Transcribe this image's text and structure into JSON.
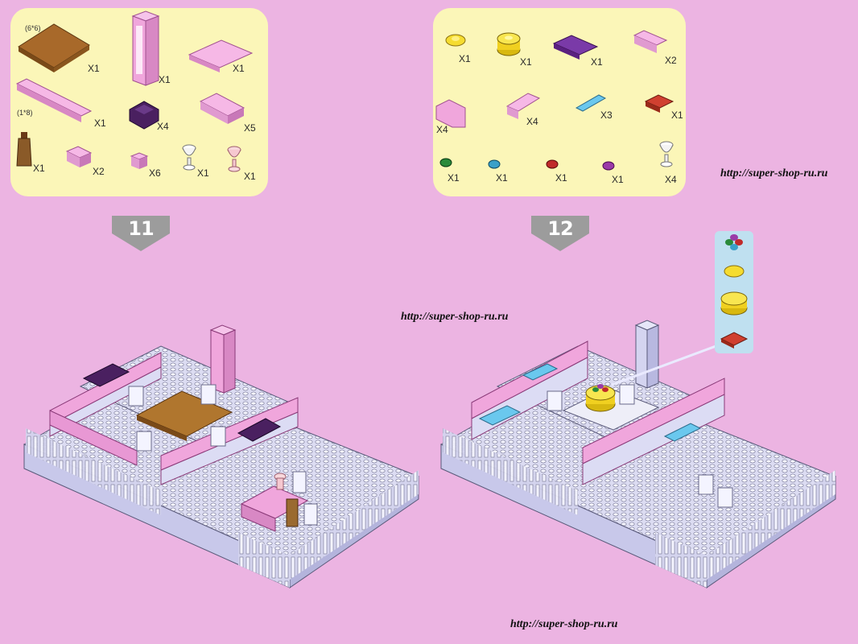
{
  "steps": [
    {
      "number": "11",
      "size_labels": [
        "(6*6)",
        "(1*8)"
      ],
      "parts": [
        {
          "name": "brown plate 6x6",
          "qty": "X1",
          "color": "#a8692a"
        },
        {
          "name": "pink tall pillar",
          "qty": "X1",
          "color": "#f0a6dc"
        },
        {
          "name": "pink plate 2x4",
          "qty": "X1",
          "color": "#f0a6dc"
        },
        {
          "name": "pink plate 1x8",
          "qty": "X1",
          "color": "#f0a6dc"
        },
        {
          "name": "dark purple slope",
          "qty": "X4",
          "color": "#4a2060"
        },
        {
          "name": "pink brick 2x4",
          "qty": "X5",
          "color": "#f0a6dc"
        },
        {
          "name": "brown bottle",
          "qty": "X1",
          "color": "#7a4a20"
        },
        {
          "name": "pink brick 2x2",
          "qty": "X2",
          "color": "#f0a6dc"
        },
        {
          "name": "pink brick 1x1",
          "qty": "X6",
          "color": "#f0a6dc"
        },
        {
          "name": "white goblet",
          "qty": "X1",
          "color": "#f4f4f4"
        },
        {
          "name": "pink goblet",
          "qty": "X1",
          "color": "#f6c8d0"
        }
      ]
    },
    {
      "number": "12",
      "parts": [
        {
          "name": "yellow flower plate",
          "qty": "X1",
          "color": "#f5dc30"
        },
        {
          "name": "yellow round brick",
          "qty": "X1",
          "color": "#f5dc30"
        },
        {
          "name": "purple plate 2x4",
          "qty": "X1",
          "color": "#6a2a90"
        },
        {
          "name": "pink brick 1x3",
          "qty": "X2",
          "color": "#f0a6dc"
        },
        {
          "name": "pink corner brick",
          "qty": "X4",
          "color": "#f0a6dc"
        },
        {
          "name": "pink brick 1x4",
          "qty": "X4",
          "color": "#f0a6dc"
        },
        {
          "name": "blue tile 1x4",
          "qty": "X3",
          "color": "#5ab8e0"
        },
        {
          "name": "red plate 2x2",
          "qty": "X1",
          "color": "#c03020"
        },
        {
          "name": "green round stud",
          "qty": "X1",
          "color": "#2a8a3a"
        },
        {
          "name": "blue round stud",
          "qty": "X1",
          "color": "#3aa0c8"
        },
        {
          "name": "red round stud",
          "qty": "X1",
          "color": "#c02a2a"
        },
        {
          "name": "purple round stud",
          "qty": "X1",
          "color": "#9a3aa8"
        },
        {
          "name": "white goblet",
          "qty": "X4",
          "color": "#f4f4f4"
        }
      ]
    }
  ],
  "watermarks": [
    "http://super-shop-ru.ru",
    "http://super-shop-ru.ru",
    "http://super-shop-ru.ru"
  ],
  "colors": {
    "page_background": "#ecb4e2",
    "panel_background": "#fbf6b8",
    "arrow": "#a0a0a0",
    "base": "#c8c8ea",
    "pink_brick": "#f0a6dc"
  }
}
